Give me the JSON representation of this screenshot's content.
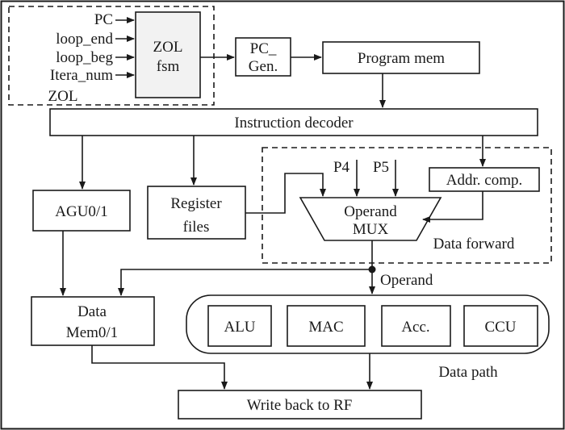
{
  "zol": {
    "inputs": [
      "PC",
      "loop_end",
      "loop_beg",
      "Itera_num"
    ],
    "label": "ZOL",
    "fsm_line1": "ZOL",
    "fsm_line2": "fsm"
  },
  "pc_gen": {
    "line1": "PC_",
    "line2": "Gen."
  },
  "program_mem": "Program mem",
  "instruction_decoder": "Instruction decoder",
  "agu": "AGU0/1",
  "register_files": {
    "line1": "Register",
    "line2": "files"
  },
  "forward": {
    "p4": "P4",
    "p5": "P5",
    "addr_comp": "Addr. comp.",
    "mux_line1": "Operand",
    "mux_line2": "MUX",
    "label": "Data forward"
  },
  "operand_label": "Operand",
  "data_mem": {
    "line1": "Data",
    "line2": "Mem0/1"
  },
  "datapath": {
    "units": [
      "ALU",
      "MAC",
      "Acc.",
      "CCU"
    ],
    "label": "Data path"
  },
  "write_back": "Write back to RF",
  "colors": {
    "line": "#1a1a1a",
    "fsm_fill": "#f2f2f2",
    "background": "#ffffff"
  }
}
